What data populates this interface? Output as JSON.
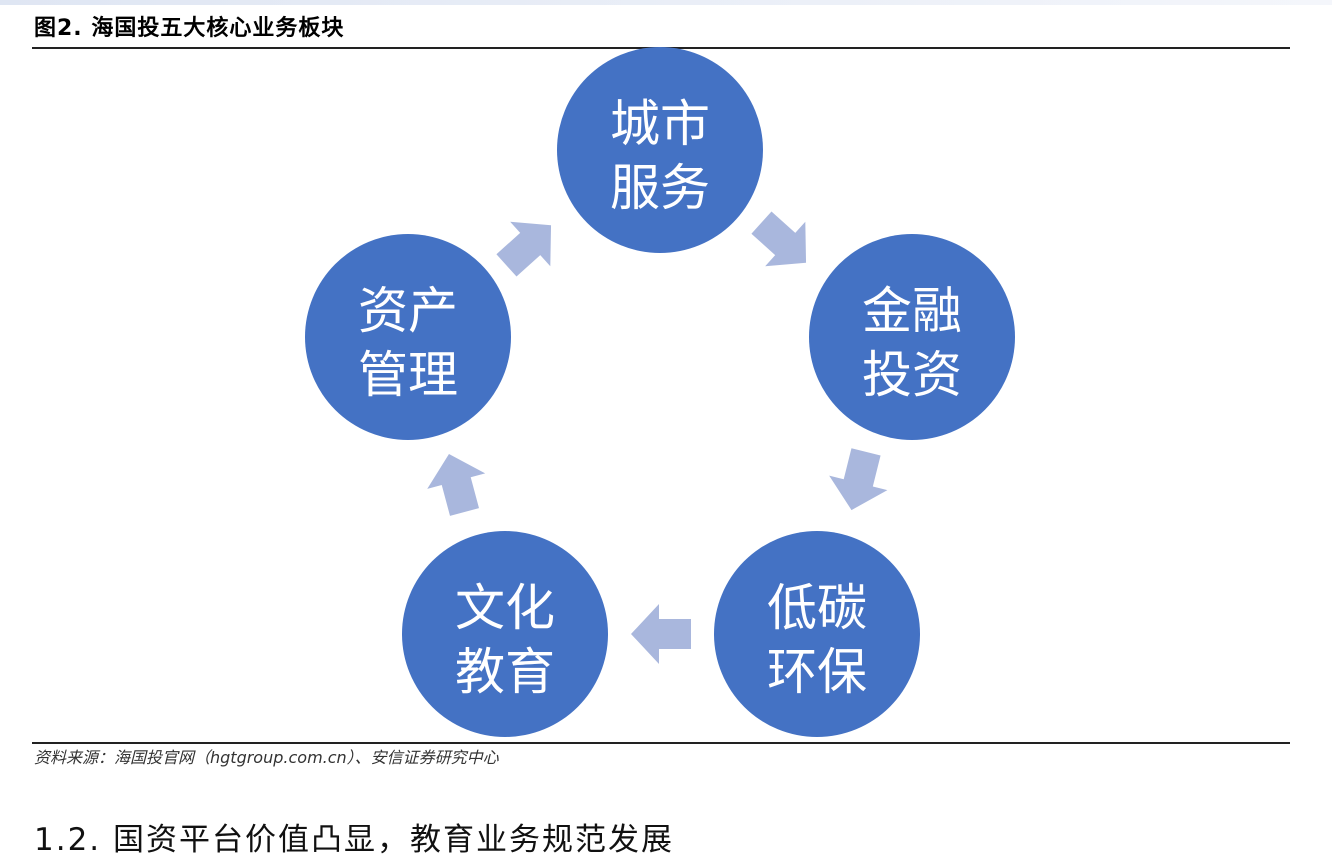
{
  "figure": {
    "title": "图2. 海国投五大核心业务板块"
  },
  "diagram": {
    "node_color": "#4472c4",
    "arrow_color": "#a9b7dd",
    "nodes": [
      {
        "line1": "城市",
        "line2": "服务"
      },
      {
        "line1": "金融",
        "line2": "投资"
      },
      {
        "line1": "低碳",
        "line2": "环保"
      },
      {
        "line1": "文化",
        "line2": "教育"
      },
      {
        "line1": "资产",
        "line2": "管理"
      }
    ]
  },
  "source": {
    "text": "资料来源：海国投官网（hgtgroup.com.cn）、安信证券研究中心"
  },
  "section": {
    "heading": "1.2. 国资平台价值凸显，教育业务规范发展"
  }
}
